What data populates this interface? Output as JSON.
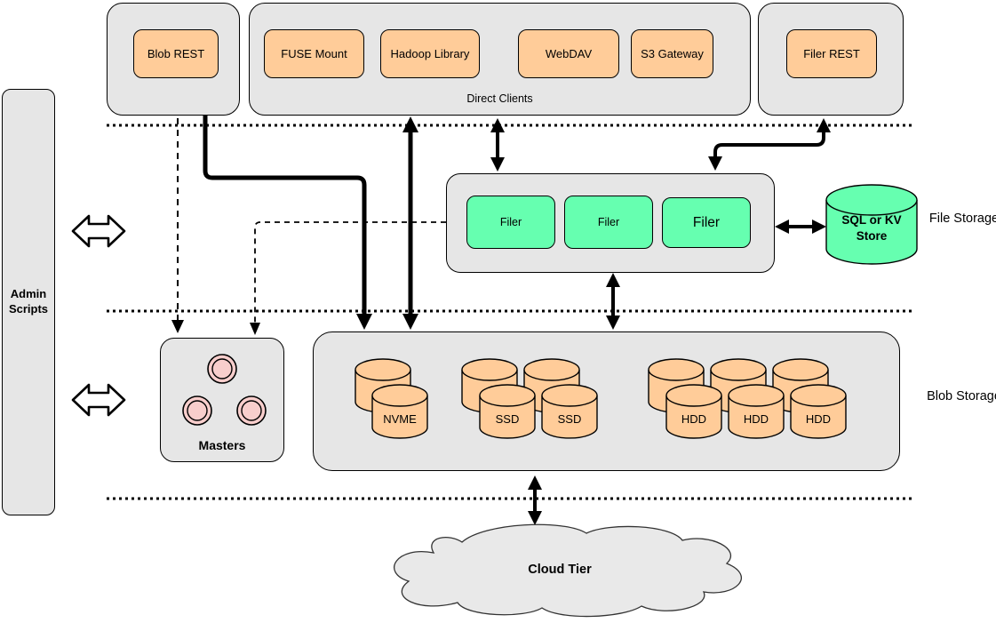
{
  "top_row": {
    "blob_rest_group": {
      "box": "Blob REST"
    },
    "direct_clients_group": {
      "caption": "Direct Clients",
      "boxes": [
        "FUSE Mount",
        "Hadoop Library",
        "WebDAV",
        "S3 Gateway"
      ]
    },
    "filer_rest_group": {
      "box": "Filer REST"
    }
  },
  "left_rail": {
    "admin_scripts": "Admin Scripts"
  },
  "file_storage_tier": {
    "tier_label": "File Storage",
    "filers": [
      "Filer",
      "Filer",
      "Filer"
    ],
    "kv_store": "SQL or KV Store"
  },
  "blob_storage_tier": {
    "tier_label": "Blob Storage",
    "masters_label": "Masters",
    "disks": [
      "NVME",
      "SSD",
      "SSD",
      "HDD",
      "HDD",
      "HDD"
    ]
  },
  "cloud_tier": {
    "label": "Cloud Tier"
  },
  "colors": {
    "client_orange": "#FFCC99",
    "filer_green": "#66FFB0",
    "master_pink": "#F8CECC",
    "container_gray": "#E6E6E6",
    "cloud_gray": "#E9E9E9",
    "line_black": "#000000"
  }
}
